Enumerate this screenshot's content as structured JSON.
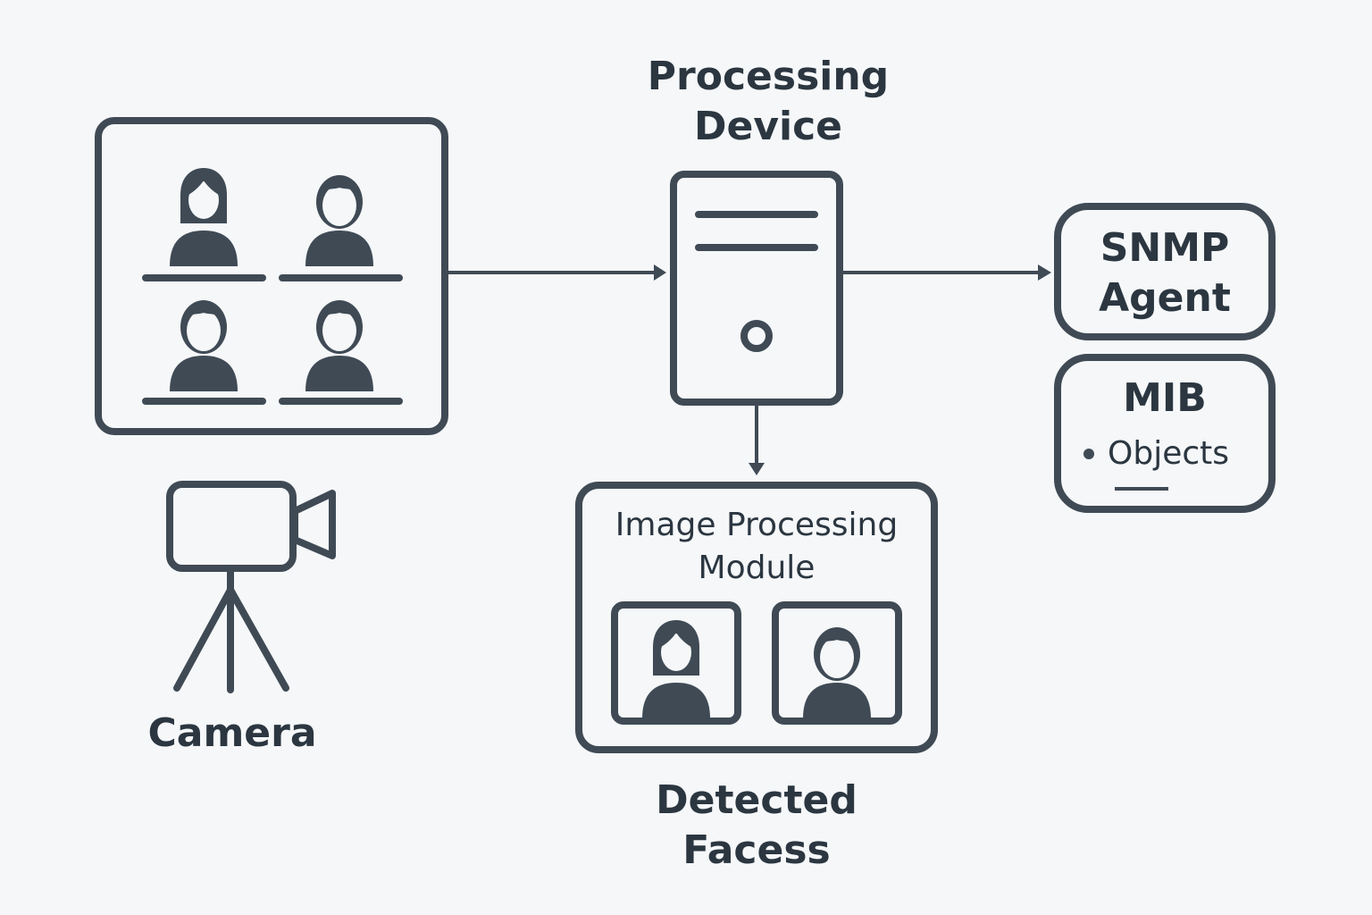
{
  "diagram": {
    "processing_device_label": [
      "Processing",
      "Device"
    ],
    "snmp_agent_label": [
      "SNMP",
      "Agent"
    ],
    "mib_title": "MIB",
    "mib_item": "Objects",
    "image_processing_label": [
      "Image Processing",
      "Module"
    ],
    "camera_label": "Camera",
    "detected_faces_label": [
      "Detected",
      "Facess"
    ]
  },
  "colors": {
    "stroke": "#3f4a55",
    "background": "#f5f7f9"
  },
  "icons": [
    "female-person-icon",
    "male-person-icon",
    "server-icon",
    "video-camera-icon",
    "tripod-icon",
    "arrow-right-icon",
    "arrow-down-icon"
  ]
}
